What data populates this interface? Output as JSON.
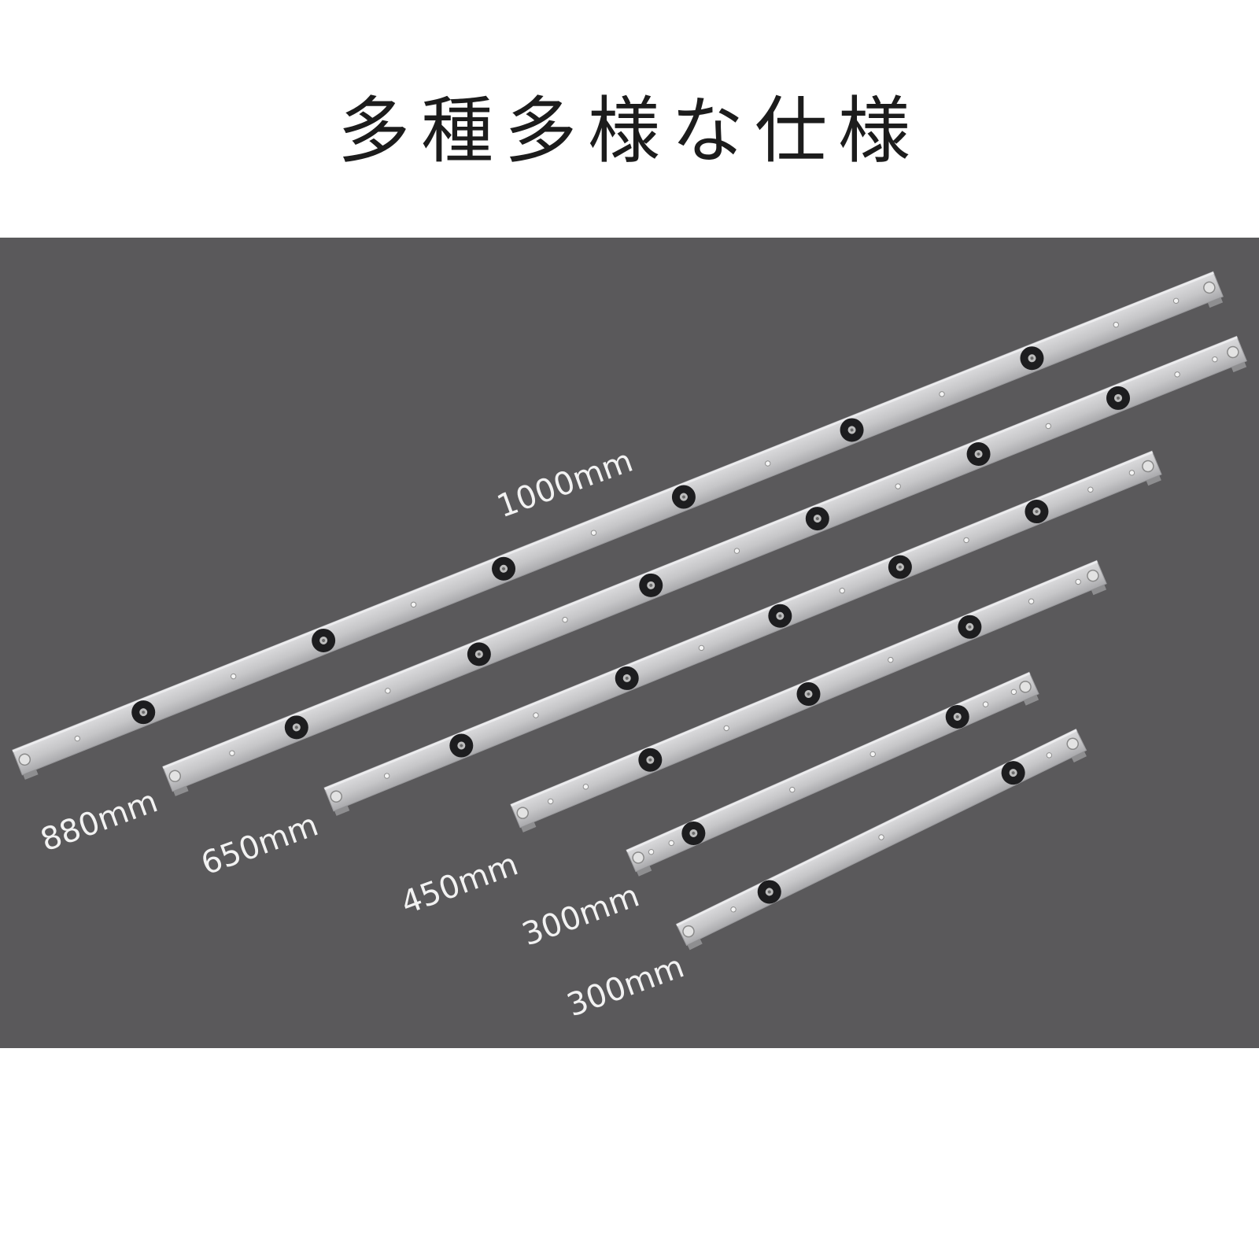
{
  "title": "多種多様な仕様",
  "colors": {
    "background": "#ffffff",
    "panel": "#5a595b",
    "bar": "#c9c9cb",
    "label": "#f2f2f2"
  },
  "bars": [
    {
      "label": "1000mm",
      "length_mm": 1000
    },
    {
      "label": "880mm",
      "length_mm": 880
    },
    {
      "label": "650mm",
      "length_mm": 650
    },
    {
      "label": "450mm",
      "length_mm": 450
    },
    {
      "label": "300mm",
      "length_mm": 300
    },
    {
      "label": "300mm",
      "length_mm": 300
    }
  ]
}
